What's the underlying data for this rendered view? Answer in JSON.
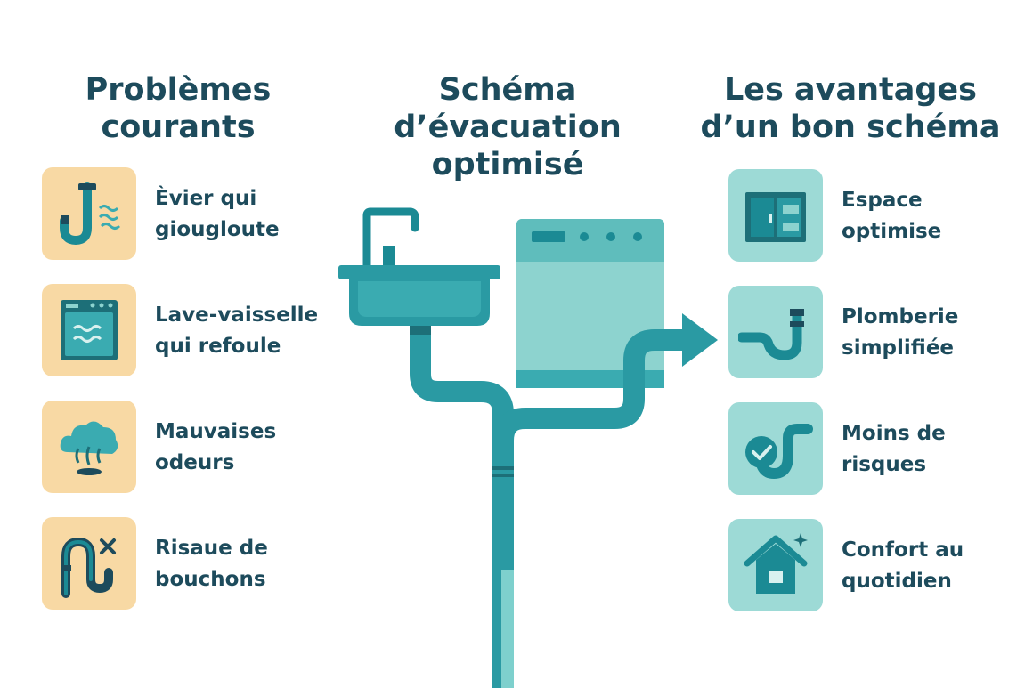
{
  "left_column": {
    "title_lines": [
      "Problèmes",
      "courants"
    ],
    "items": [
      {
        "icon": "gurgling-sink-pipe-icon",
        "lines": [
          "Èvier qui",
          "giougloute"
        ]
      },
      {
        "icon": "dishwasher-overflow-icon",
        "lines": [
          "Lave-vaisselle",
          "qui refoule"
        ]
      },
      {
        "icon": "bad-odor-icon",
        "lines": [
          "Mauvaises",
          "odeurs"
        ]
      },
      {
        "icon": "clogged-pipe-icon",
        "lines": [
          "Risaue de",
          "bouchons"
        ]
      }
    ]
  },
  "center_column": {
    "title_lines": [
      "Schéma",
      "d’évacuation",
      "optimisé"
    ],
    "illustration": [
      "sink-icon",
      "dishwasher-icon",
      "drain-pipe-icon",
      "flow-arrow-icon"
    ]
  },
  "right_column": {
    "title_lines": [
      "Les avantages",
      "d’un bon schéma"
    ],
    "items": [
      {
        "icon": "space-saving-cabinet-icon",
        "lines": [
          "Espace",
          "optimise"
        ]
      },
      {
        "icon": "simplified-pipe-icon",
        "lines": [
          "Plomberie",
          "simplifiée"
        ]
      },
      {
        "icon": "check-pipe-icon",
        "lines": [
          "Moins de",
          "risques"
        ]
      },
      {
        "icon": "comfort-house-icon",
        "lines": [
          "Confort au",
          "quotidien"
        ]
      }
    ]
  },
  "colors": {
    "title": "#1d4b5c",
    "teal_dark": "#1b8a94",
    "teal_mid": "#3aabb1",
    "teal_light": "#8dd3cf",
    "problem_tile": "#f8d9a4",
    "benefit_tile": "#9ddad6"
  }
}
